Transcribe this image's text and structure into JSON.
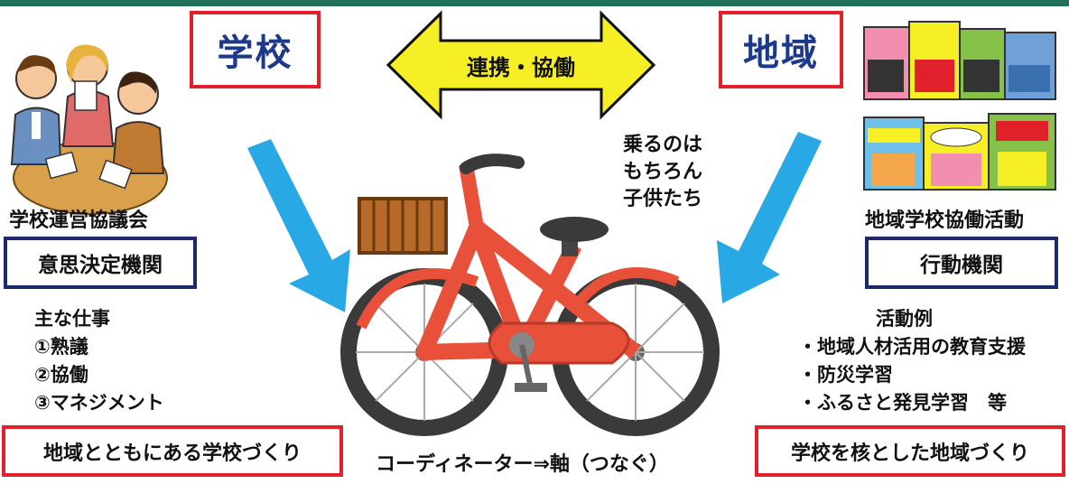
{
  "school": {
    "title": "学校",
    "council": "学校運営協議会",
    "role": "意思決定機関",
    "duties_heading": "主な仕事",
    "duties": [
      "①熟議",
      "②協働",
      "③マネジメント"
    ],
    "goal": "地域とともにある学校づくり"
  },
  "community": {
    "title": "地域",
    "activity": "地域学校協働活動",
    "role": "行動機関",
    "examples_heading": "活動例",
    "examples": [
      "・地域人材活用の教育支援",
      "・防災学習",
      "・ふるさと発見学習　等"
    ],
    "goal": "学校を核とした地域づくり"
  },
  "center": {
    "arrow_label": "連携・協働",
    "riders": [
      "乗るのは",
      "もちろん",
      "子供たち"
    ],
    "axle": "コーディネーター⇒軸（つなぐ）"
  },
  "colors": {
    "red": "#e0202a",
    "navy": "#1c2a6b",
    "blue": "#1d3a8a",
    "yellow": "#f7ef25",
    "bike_red": "#e8503a",
    "arrow_blue": "#29a8e6"
  },
  "icons": [
    "meeting-people-icon",
    "shop-street-icon",
    "bicycle-icon"
  ]
}
